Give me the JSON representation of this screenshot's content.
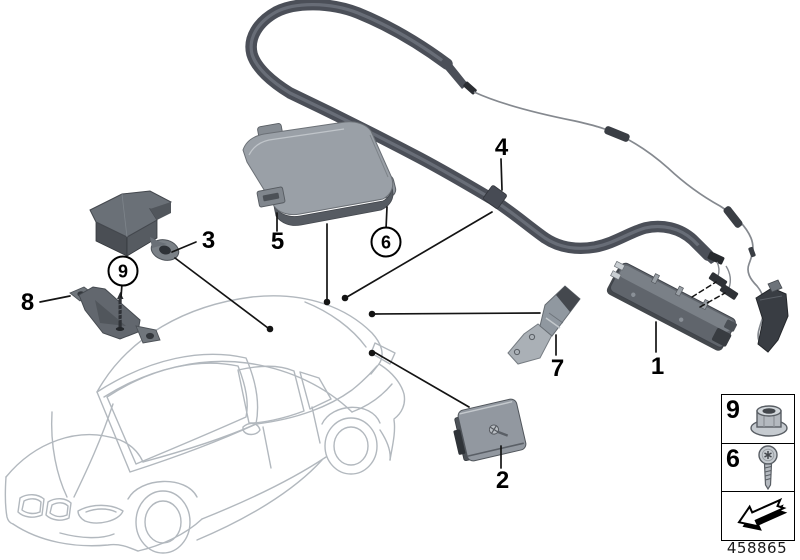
{
  "callouts": {
    "p1": "1",
    "p2": "2",
    "p3": "3",
    "p4": "4",
    "p5": "5",
    "p6": "6",
    "p7": "7",
    "p8": "8",
    "p9": "9"
  },
  "legend": {
    "nut_label": "9",
    "screw_label": "6",
    "nut_icon": "flange-nut-icon",
    "screw_icon": "torx-screw-icon",
    "arrow_icon": "direction-arrow-icon"
  },
  "footer": {
    "drawing_number": "458865"
  },
  "colors": {
    "background": "#ffffff",
    "car_outline": "#b2b8be",
    "leader_line": "#141414",
    "part_gray_light": "#9aa0a7",
    "part_gray_mid": "#60656c",
    "part_gray_dark": "#3a3e44",
    "tube_gray": "#4b4f58"
  }
}
